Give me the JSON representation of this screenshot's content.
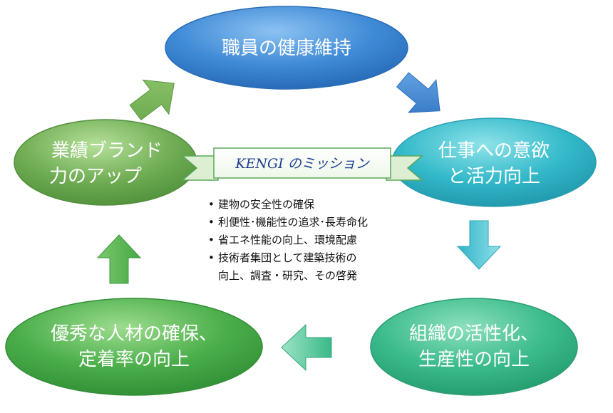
{
  "nodes": {
    "health": {
      "line1": "職員の健康維持"
    },
    "motivation": {
      "line1": "仕事への意欲",
      "line2": "と活力向上"
    },
    "organization": {
      "line1": "組織の活性化、",
      "line2": "生産性の向上"
    },
    "talent": {
      "line1": "優秀な人材の確保、",
      "line2": "定着率の向上"
    },
    "brand": {
      "line1": "業績ブランド",
      "line2": "力のアップ"
    }
  },
  "banner": {
    "title": "KENGI のミッション"
  },
  "mission_items": [
    "建物の安全性の確保",
    "利便性･機能性の追求･長寿命化",
    "省エネ性能の向上、環境配慮",
    "技術者集団として建築技術の",
    "向上、調査・研究、その啓発"
  ],
  "colors": {
    "blue": "#3d87d4",
    "teal": "#2fb6c6",
    "emerald": "#37b88a",
    "green": "#45a848",
    "lime": "#6aa84f",
    "banner_border": "#5aa85a"
  }
}
